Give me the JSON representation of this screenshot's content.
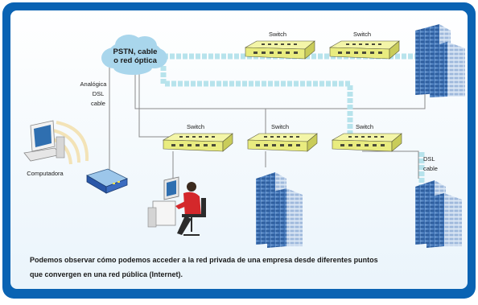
{
  "cloud": {
    "line1": "PSTN, cable",
    "line2": "o red óptica"
  },
  "access_label": {
    "line1": "Analógica",
    "line2": "DSL",
    "line3": "cable"
  },
  "computer_label": "Computadora",
  "dsl_label": {
    "line1": "DSL",
    "line2": "cable"
  },
  "switch_label": "Switch",
  "caption": {
    "line1": "Podemos observar cómo podemos acceder a la red privada de una empresa desde diferentes puntos",
    "line2": "que convergen en una red pública (Internet)."
  },
  "colors": {
    "frame_blue": "#0a63b3",
    "switch_yellow": "#e9ec7f",
    "fiber_cyan": "#b7e3ec",
    "cloud_blue": "#a9d6ec",
    "building_blue": "#4d82c6"
  }
}
